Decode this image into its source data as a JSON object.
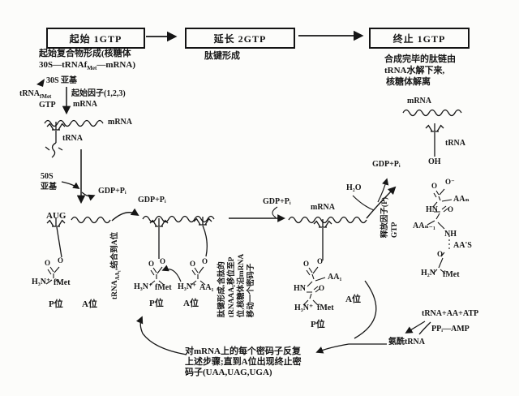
{
  "diagram": {
    "stage_boxes": {
      "init": "起始 1GTP",
      "elong": "延长 2GTP",
      "term": "终止 1GTP"
    },
    "captions": {
      "init_line1": "起始复合物形成(核糖体",
      "init_line2_pre": "30S—tRNAf",
      "init_line2_sub": "Met",
      "init_line2_post": "—mRNA)",
      "elong": "肽键形成",
      "term_line1": "合成完毕的肽链由",
      "term_line2": "tRNA水解下来,",
      "term_line3": "核糖体解离"
    },
    "labels": {
      "subunit_30s": "30S 亚基",
      "trna": "tRNA",
      "trna_fmet_sub": "fMet",
      "init_factors": "起始因子(1,2,3)",
      "gtp": "GTP",
      "mrna": "mRNA",
      "subunit_50s_l1": "50S",
      "subunit_50s_l2": "亚基",
      "gdp_pi": "GDP+Pᵢ",
      "aug": "AUG",
      "h3n": "H₃N⁺",
      "h2n": "H₂N",
      "fmet": "fMet",
      "aa1": "AA₁",
      "aan": "AAₙ",
      "aan_minus1": "AAₙ₋₁",
      "aa_s": "AA'S",
      "p_site": "P位",
      "a_site": "A位",
      "o": "O",
      "o_minus": "O⁻",
      "oh": "OH",
      "hn": "HN",
      "nh": "NH",
      "h2o": "H₂O",
      "trna_aa_atp": "tRNA+AA+ATP",
      "ppi_amp": "PPᵢ—AMP",
      "aminoacyl_trna": "氨酰tRNA"
    },
    "rotated": {
      "bind_a_pre": "tRNA",
      "bind_a_sub": "AA₁",
      "bind_a_post": ",结合到A位",
      "translocate_l1": "肽键形成,含肽的",
      "translocate_l2": "tRNAAA₁移位至P",
      "translocate_l3": "位,核糖体沿mRNA",
      "translocate_l4": "移动一个密码子",
      "release_l1": "释放因子(P)",
      "release_l2": "GTP"
    },
    "cycle_note": {
      "l1": "对mRNA上的每个密码子反复",
      "l2": "上述步骤;直到A位出现终止密",
      "l3": "码子(UAA,UAG,UGA)"
    }
  }
}
